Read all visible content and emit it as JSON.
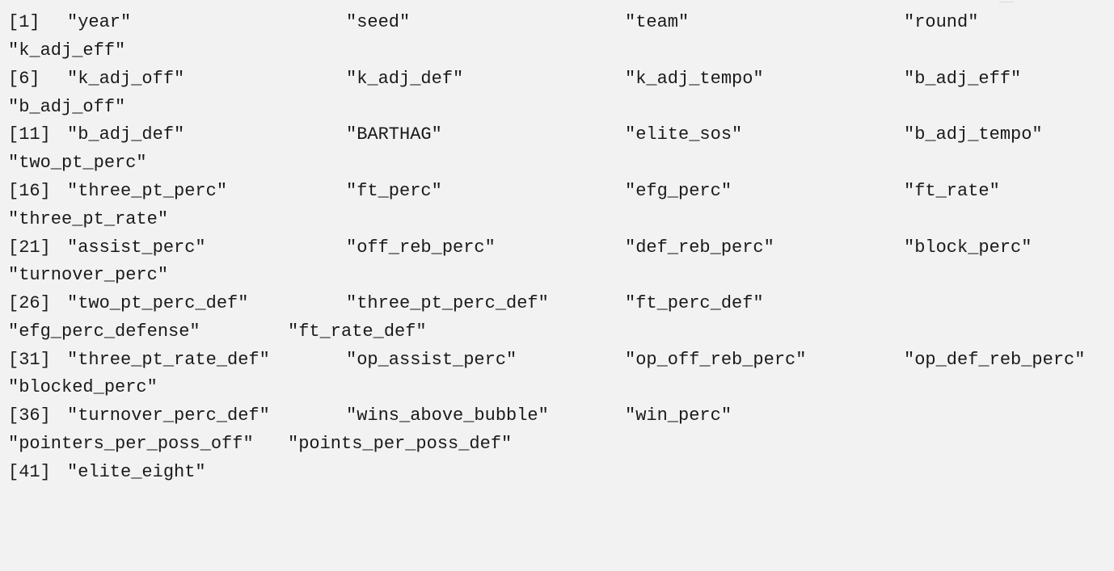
{
  "console": {
    "rows": [
      {
        "index": "[1]",
        "names": [
          "\"year\"",
          "\"seed\"",
          "\"team\"",
          "\"round\""
        ],
        "wrap": [
          "\"k_adj_eff\""
        ]
      },
      {
        "index": "[6]",
        "names": [
          "\"k_adj_off\"",
          "\"k_adj_def\"",
          "\"k_adj_tempo\"",
          "\"b_adj_eff\""
        ],
        "wrap": [
          "\"b_adj_off\""
        ]
      },
      {
        "index": "[11]",
        "names": [
          "\"b_adj_def\"",
          "\"BARTHAG\"",
          "\"elite_sos\"",
          "\"b_adj_tempo\""
        ],
        "wrap": [
          "\"two_pt_perc\""
        ]
      },
      {
        "index": "[16]",
        "names": [
          "\"three_pt_perc\"",
          "\"ft_perc\"",
          "\"efg_perc\"",
          "\"ft_rate\""
        ],
        "wrap": [
          "\"three_pt_rate\""
        ]
      },
      {
        "index": "[21]",
        "names": [
          "\"assist_perc\"",
          "\"off_reb_perc\"",
          "\"def_reb_perc\"",
          "\"block_perc\""
        ],
        "wrap": [
          "\"turnover_perc\""
        ]
      },
      {
        "index": "[26]",
        "names": [
          "\"two_pt_perc_def\"",
          "\"three_pt_perc_def\"",
          "\"ft_perc_def\"",
          ""
        ],
        "wrap": [
          "\"efg_perc_defense\"",
          "\"ft_rate_def\""
        ]
      },
      {
        "index": "[31]",
        "names": [
          "\"three_pt_rate_def\"",
          "\"op_assist_perc\"",
          "\"op_off_reb_perc\"",
          "\"op_def_reb_perc\""
        ],
        "wrap": [
          "\"blocked_perc\""
        ]
      },
      {
        "index": "[36]",
        "names": [
          "\"turnover_perc_def\"",
          "\"wins_above_bubble\"",
          "\"win_perc\"",
          ""
        ],
        "wrap": [
          "\"pointers_per_poss_off\"",
          "\"points_per_poss_def\""
        ]
      },
      {
        "index": "[41]",
        "names": [
          "\"elite_eight\""
        ],
        "wrap": []
      }
    ]
  }
}
